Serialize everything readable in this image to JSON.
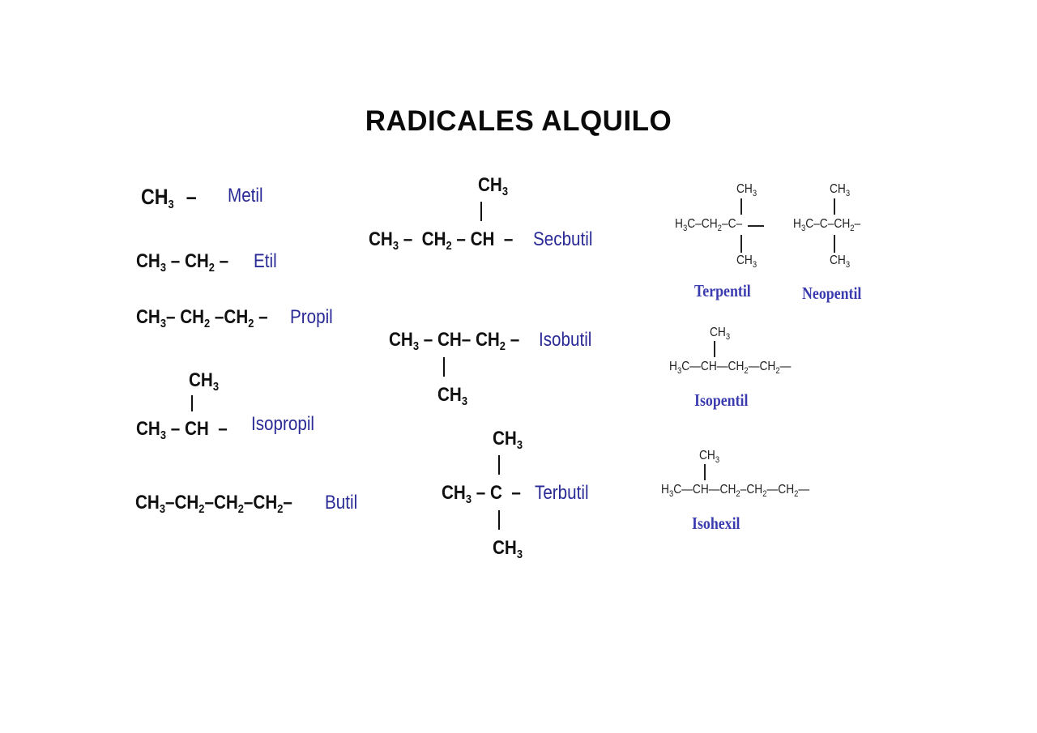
{
  "title": "RADICALES ALQUILO",
  "colors": {
    "label_blue": "#2a2a96",
    "serif_label_blue": "#3b3bb0",
    "formula": "#111111"
  },
  "radicals": {
    "metil": {
      "formula": [
        "CH",
        "3",
        " –"
      ],
      "name": "Metil"
    },
    "etil": {
      "formula": [
        "CH",
        "3",
        " – CH",
        "2",
        " –"
      ],
      "name": "Etil"
    },
    "propil": {
      "formula": [
        "CH",
        "3",
        "– CH",
        "2",
        " –CH",
        "2",
        " –"
      ],
      "name": "Propil"
    },
    "isopropil": {
      "branch": [
        "CH",
        "3"
      ],
      "formula": [
        "CH",
        "3",
        " – CH  –"
      ],
      "name": "Isopropil"
    },
    "butil": {
      "formula": [
        "CH",
        "3",
        "–CH",
        "2",
        "–CH",
        "2",
        "–CH",
        "2",
        "–"
      ],
      "name": "Butil"
    },
    "secbutil": {
      "branch": [
        "CH",
        "3"
      ],
      "formula": [
        "CH",
        "3",
        " –  CH",
        "2",
        " – CH  –"
      ],
      "name": "Secbutil"
    },
    "isobutil": {
      "branch": [
        "CH",
        "3"
      ],
      "formula": [
        "CH",
        "3",
        " – CH– CH",
        "2",
        " –"
      ],
      "name": "Isobutil"
    },
    "terbutil": {
      "branch_top": [
        "CH",
        "3"
      ],
      "branch_bottom": [
        "CH",
        "3"
      ],
      "formula": [
        "CH",
        "3",
        " – C  –"
      ],
      "name": "Terbutil"
    },
    "terpentil": {
      "branch_top": [
        "CH",
        "3"
      ],
      "branch_bottom": [
        "CH",
        "3"
      ],
      "formula": [
        "H",
        "3",
        "C–CH",
        "2",
        "–C–"
      ],
      "name": "Terpentil"
    },
    "neopentil": {
      "branch_top": [
        "CH",
        "3"
      ],
      "branch_bottom": [
        "CH",
        "3"
      ],
      "formula": [
        "H",
        "3",
        "C–C–CH",
        "2",
        "–"
      ],
      "name": "Neopentil"
    },
    "isopentil": {
      "branch": [
        "CH",
        "3"
      ],
      "formula": [
        "H",
        "3",
        "C—CH—CH",
        "2",
        "—CH",
        "2",
        "—"
      ],
      "name": "Isopentil"
    },
    "isohexil": {
      "branch": [
        "CH",
        "3"
      ],
      "formula": [
        "H",
        "3",
        "C—CH—CH",
        "2",
        "–CH",
        "2",
        "—CH",
        "2",
        "—"
      ],
      "name": "Isohexil"
    }
  }
}
